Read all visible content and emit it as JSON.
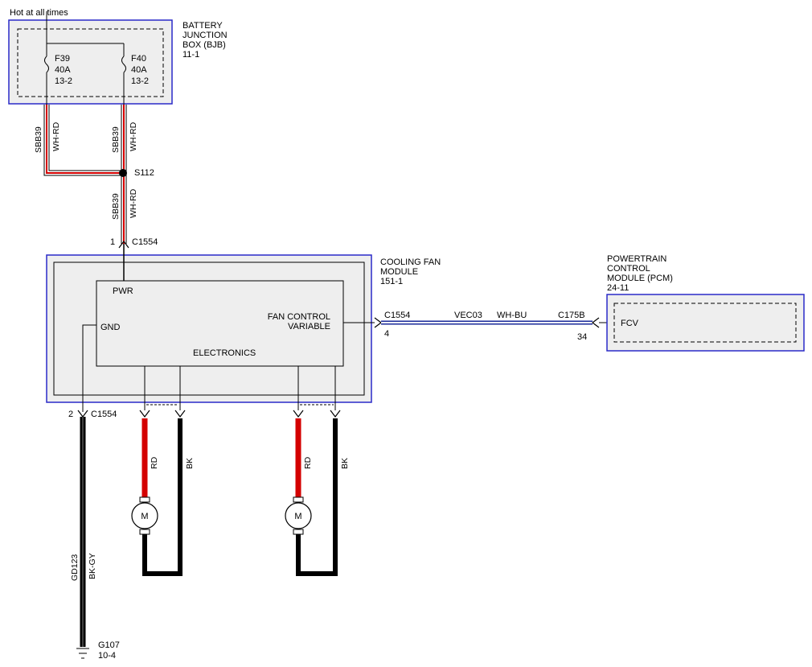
{
  "header": {
    "hot_label": "Hot at all times"
  },
  "bjb": {
    "title": [
      "BATTERY",
      "JUNCTION",
      "BOX (BJB)",
      "11-1"
    ],
    "fuse_left": [
      "F39",
      "40A",
      "13-2"
    ],
    "fuse_right": [
      "F40",
      "40A",
      "13-2"
    ]
  },
  "wires": {
    "left_circuit": "SBB39",
    "left_color": "WH-RD",
    "right_circuit": "SBB39",
    "right_color": "WH-RD",
    "lower_circuit": "SBB39",
    "lower_color": "WH-RD",
    "gnd_circuit": "GD123",
    "gnd_color": "BK-GY",
    "motor1_pos": "RD",
    "motor1_neg": "BK",
    "motor2_pos": "RD",
    "motor2_neg": "BK",
    "signal_circuit": "VEC03",
    "signal_color": "WH-BU"
  },
  "splice": {
    "label": "S112"
  },
  "connectors": {
    "top_pin": "1",
    "top_name": "C1554",
    "gnd_pin": "2",
    "gnd_name": "C1554",
    "sig_name": "C1554",
    "sig_pin": "4",
    "pcm_name": "C175B",
    "pcm_pin": "34"
  },
  "cfm": {
    "title": [
      "COOLING FAN",
      "MODULE",
      "151-1"
    ],
    "pwr": "PWR",
    "gnd": "GND",
    "fan_ctrl": [
      "FAN CONTROL",
      "VARIABLE"
    ],
    "electronics": "ELECTRONICS"
  },
  "pcm": {
    "title": [
      "POWERTRAIN",
      "CONTROL",
      "MODULE (PCM)",
      "24-11"
    ],
    "fcv": "FCV"
  },
  "motors": {
    "symbol": "M"
  },
  "ground": {
    "label": [
      "G107",
      "10-4"
    ]
  },
  "colors": {
    "box_border": "#2a2ac8",
    "box_fill": "#eeeeee",
    "wire_red": "#d40000",
    "wire_black": "#000000",
    "wire_blue": "#1a2a9a"
  }
}
